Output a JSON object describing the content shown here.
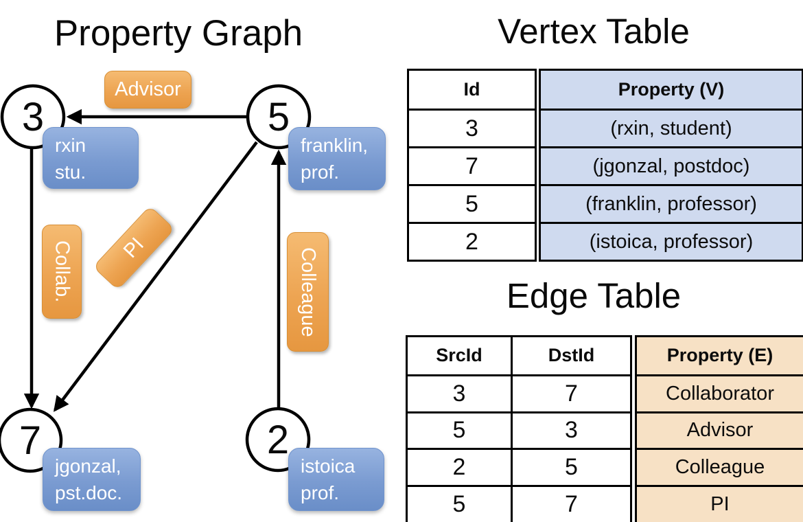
{
  "graph": {
    "title": "Property Graph",
    "nodes": [
      {
        "id": "3",
        "property_lines": [
          "rxin",
          "stu."
        ]
      },
      {
        "id": "5",
        "property_lines": [
          "franklin,",
          "prof."
        ]
      },
      {
        "id": "7",
        "property_lines": [
          "jgonzal,",
          "pst.doc."
        ]
      },
      {
        "id": "2",
        "property_lines": [
          "istoica",
          "prof."
        ]
      }
    ],
    "edges": [
      {
        "from": "5",
        "to": "3",
        "label": "Advisor"
      },
      {
        "from": "3",
        "to": "7",
        "label": "Collab."
      },
      {
        "from": "5",
        "to": "7",
        "label": "PI"
      },
      {
        "from": "2",
        "to": "5",
        "label": "Colleague"
      }
    ]
  },
  "vertex_table": {
    "title": "Vertex Table",
    "columns": [
      "Id",
      "Property (V)"
    ],
    "rows": [
      [
        "3",
        "(rxin, student)"
      ],
      [
        "7",
        "(jgonzal, postdoc)"
      ],
      [
        "5",
        "(franklin, professor)"
      ],
      [
        "2",
        "(istoica, professor)"
      ]
    ]
  },
  "edge_table": {
    "title": "Edge Table",
    "columns": [
      "SrcId",
      "DstId",
      "Property (E)"
    ],
    "rows": [
      [
        "3",
        "7",
        "Collaborator"
      ],
      [
        "5",
        "3",
        "Advisor"
      ],
      [
        "2",
        "5",
        "Colleague"
      ],
      [
        "5",
        "7",
        "PI"
      ]
    ]
  },
  "palette": {
    "edge_label_orange_top": "#f5bb72",
    "edge_label_orange_bottom": "#e69740",
    "vertex_box_blue_top": "#97b3e0",
    "vertex_box_blue_bottom": "#6a8ec8",
    "vertex_table_property_fill": "#cfdaef",
    "edge_table_property_fill": "#f7e1c5",
    "line_color": "#000000",
    "label_text": "#ffffff"
  }
}
